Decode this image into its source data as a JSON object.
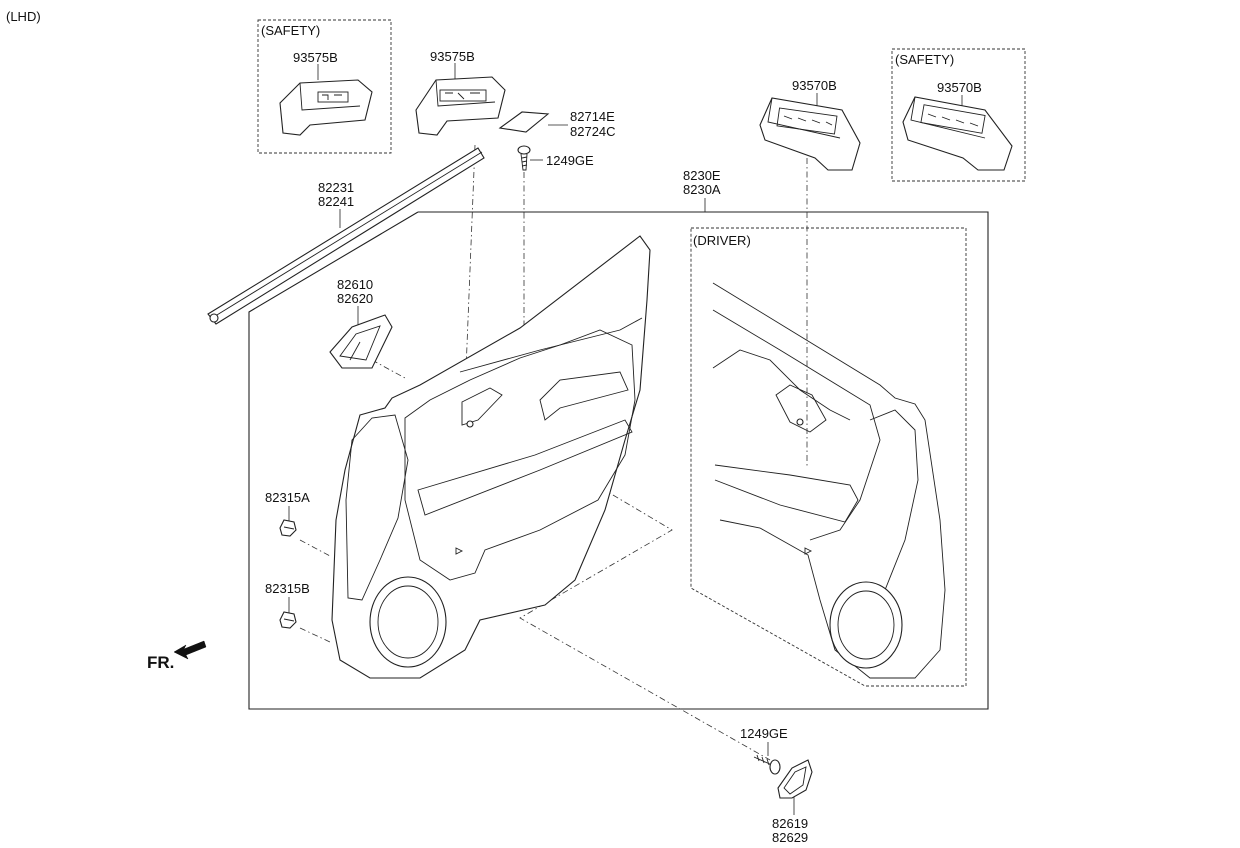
{
  "header": {
    "variant": "(LHD)"
  },
  "groups": {
    "safety_left": "(SAFETY)",
    "safety_right": "(SAFETY)",
    "driver": "(DRIVER)"
  },
  "parts": {
    "switch_safety_left": "93575B",
    "switch_left": "93575B",
    "switch_right": "93570B",
    "switch_safety_right": "93570B",
    "label_a": "82714E",
    "label_b": "82724C",
    "screw_top": "1249GE",
    "panel_a": "8230E",
    "panel_b": "8230A",
    "weatherstrip_a": "82231",
    "weatherstrip_b": "82241",
    "handle_a": "82610",
    "handle_b": "82620",
    "clip_a": "82315A",
    "clip_b": "82315B",
    "screw_bottom": "1249GE",
    "cover_a": "82619",
    "cover_b": "82629"
  },
  "direction": {
    "label": "FR."
  }
}
